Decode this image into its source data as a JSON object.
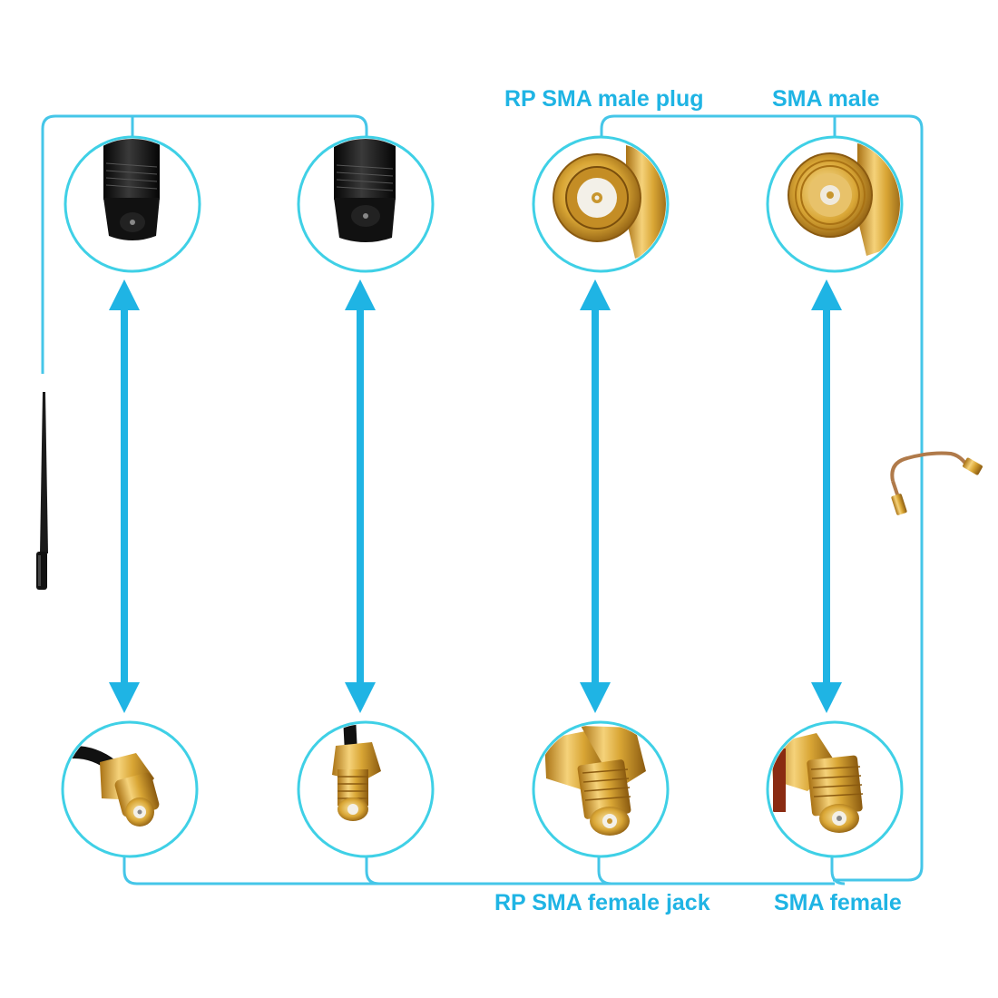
{
  "colors": {
    "accent": "#1fb4e4",
    "line": "#45c6e8",
    "circle": "#3fd0e6",
    "gold": "#d9a635",
    "gold_dark": "#a97214",
    "gold_light": "#f5d27a",
    "black": "#121212"
  },
  "labels": {
    "rp_sma_male_plug": "RP SMA male plug",
    "sma_male": "SMA male",
    "rp_sma_female_jack": "RP SMA female jack",
    "sma_female": "SMA female"
  },
  "icons": {
    "antenna": "rubber-duck-antenna-icon",
    "pigtail": "pigtail-cable-icon",
    "arrow": "double-headed-arrow-icon"
  }
}
